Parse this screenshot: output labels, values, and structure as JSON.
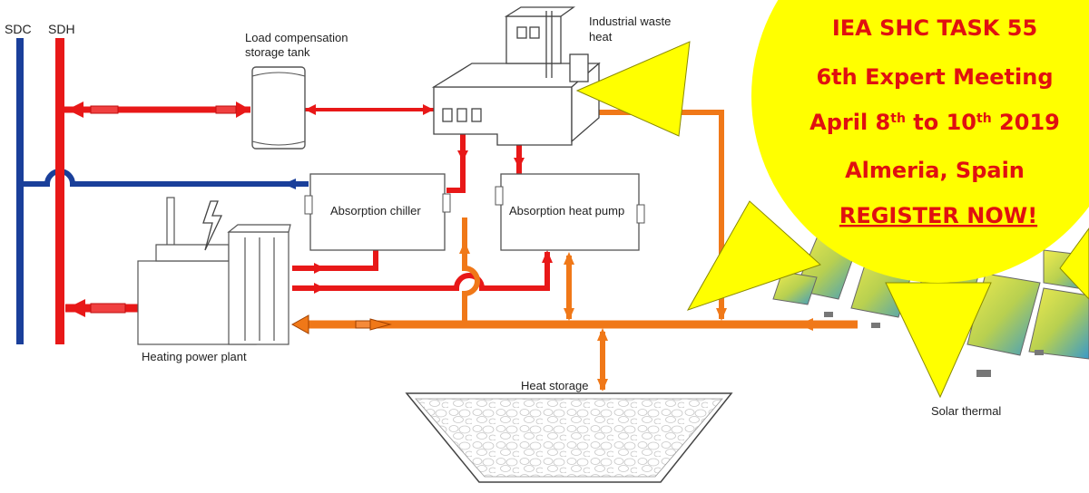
{
  "labels": {
    "sdc": "SDC",
    "sdh": "SDH",
    "tank_line1": "Load compensation",
    "tank_line2": "storage tank",
    "waste_line1": "Industrial waste",
    "waste_line2": "heat",
    "chiller": "Absorption chiller",
    "heat_pump": "Absorption heat pump",
    "power_plant": "Heating power plant",
    "heat_storage": "Heat storage",
    "solar": "Solar thermal"
  },
  "banner": {
    "line1": "IEA SHC TASK 55",
    "line2": "6th Expert Meeting",
    "line3_pre": "April 8",
    "line3_sup1": "th",
    "line3_mid": " to 10",
    "line3_sup2": "th",
    "line3_post": " 2019",
    "line4": "Almeria, Spain",
    "line5": "REGISTER NOW!"
  },
  "colors": {
    "sdc_blue": "#1a3f9a",
    "sdh_red": "#e81818",
    "process_orange": "#f07818",
    "banner_yellow": "#ffff00",
    "banner_text": "#e01010"
  },
  "icons": [
    "lightning-icon"
  ]
}
